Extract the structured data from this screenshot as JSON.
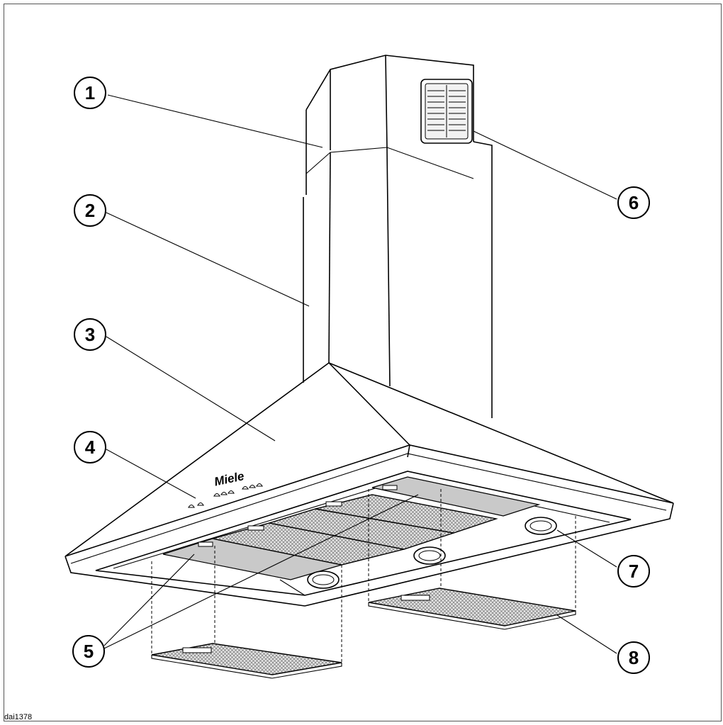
{
  "diagram": {
    "brand_label": "Miele",
    "reference_code": "dai1378",
    "callouts": [
      {
        "id": "c1",
        "number": "1"
      },
      {
        "id": "c2",
        "number": "2"
      },
      {
        "id": "c3",
        "number": "3"
      },
      {
        "id": "c4",
        "number": "4"
      },
      {
        "id": "c5",
        "number": "5"
      },
      {
        "id": "c6",
        "number": "6"
      },
      {
        "id": "c7",
        "number": "7"
      },
      {
        "id": "c8",
        "number": "8"
      }
    ]
  }
}
